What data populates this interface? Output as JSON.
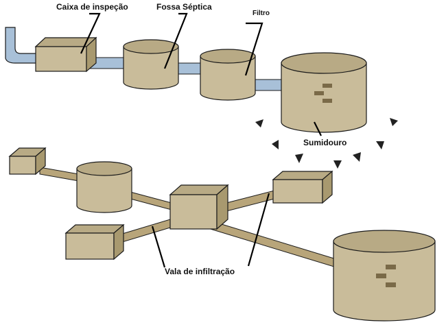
{
  "labels": {
    "caixa_inspecao": "Caixa de inspeção",
    "fossa_septica": "Fossa Séptica",
    "filtro": "Filtro",
    "sumidouro": "Sumidouro",
    "vala_infiltracao": "Vala de infiltração"
  },
  "colors": {
    "background": "#ffffff",
    "tank_fill": "#c9bc9a",
    "tank_top": "#b8aa85",
    "tank_dark": "#a8996f",
    "pipe_blue": "#a8c0d8",
    "pipe_tan": "#b8a57a",
    "outline": "#1a1a1a",
    "brick": "#7a6a48"
  }
}
